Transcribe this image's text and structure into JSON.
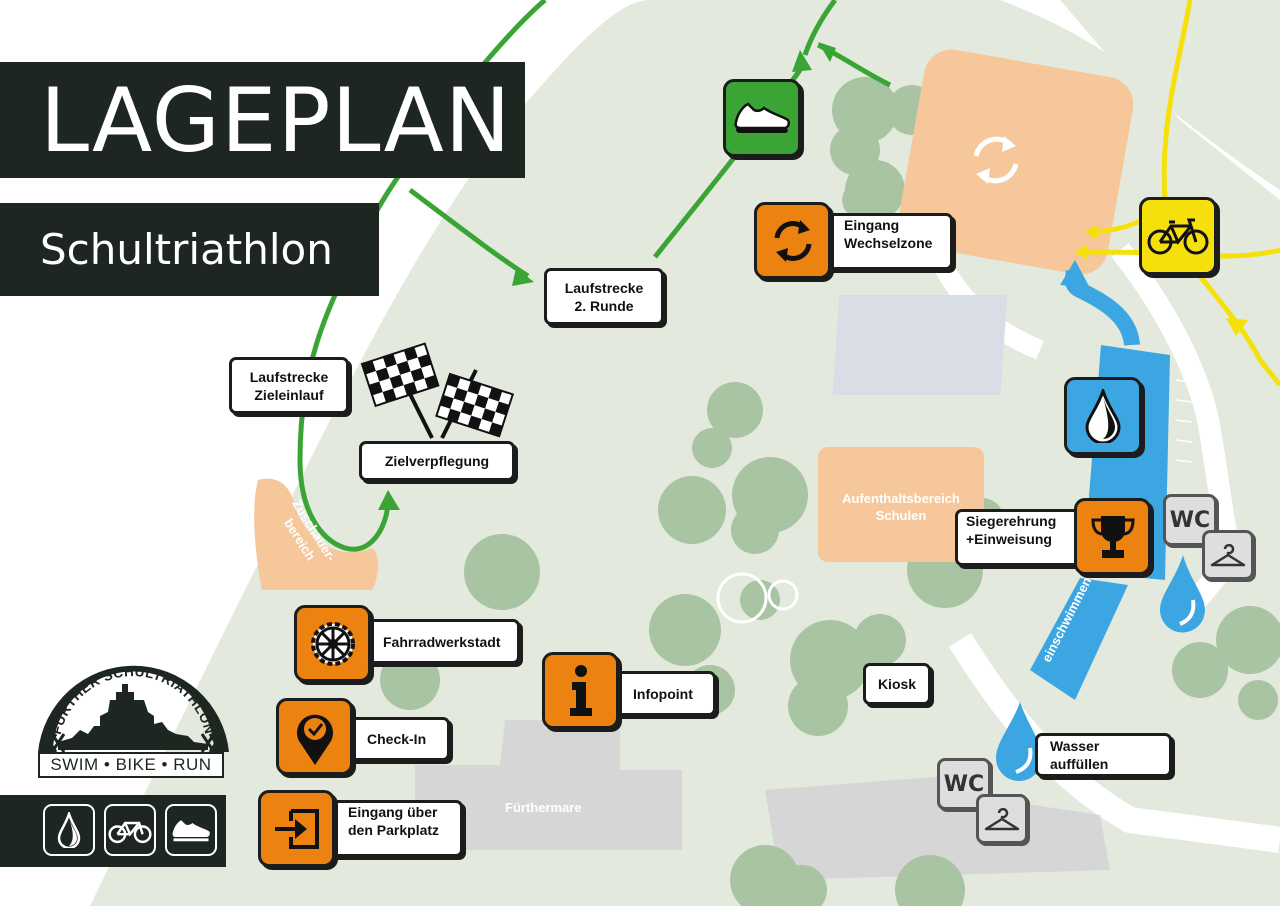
{
  "header": {
    "title": "LAGEPLAN",
    "subtitle": "Schultriathlon"
  },
  "labels": {
    "laufstrecke_2": [
      "Laufstrecke",
      "2. Runde"
    ],
    "laufstrecke_ziel": [
      "Laufstrecke",
      "Zieleinlauf"
    ],
    "zielverpflegung": "Zielverpflegung",
    "eingang_wechselzone": [
      "Eingang",
      "Wechselzone"
    ],
    "fahrradwerkstadt": "Fahrradwerkstadt",
    "check_in": "Check-In",
    "eingang_parkplatz": [
      "Eingang über",
      "den Parkplatz"
    ],
    "infopoint": "Infopoint",
    "kiosk": "Kiosk",
    "siegerehrung": [
      "Siegerehrung",
      "+Einweisung"
    ],
    "wasser": "Wasser auffüllen",
    "wc": "WC"
  },
  "map_text": {
    "zuschauer": [
      "Zuschauer-",
      "bereich"
    ],
    "aufenthalt": [
      "Aufenthaltsbereich",
      "Schulen"
    ],
    "einschwimmen": "einschwimmen",
    "fuerthermare": "Fürthermare"
  },
  "logo": {
    "arc_text": "FÜRTHER SCHULTRIATHLON",
    "banner": "SWIM • BIKE • RUN"
  },
  "disciplines": [
    "swim-icon",
    "bike-icon",
    "run-icon"
  ],
  "colors": {
    "run_route": "#3aa434",
    "bike_route": "#f5e00c",
    "swim": "#3ca6e2",
    "orange": "#ec8210",
    "dark": "#1e2621",
    "area_orange": "#f6c79b",
    "park": "#e3eadd",
    "tree": "#a9c4a2",
    "building": "#d8d8d8"
  }
}
